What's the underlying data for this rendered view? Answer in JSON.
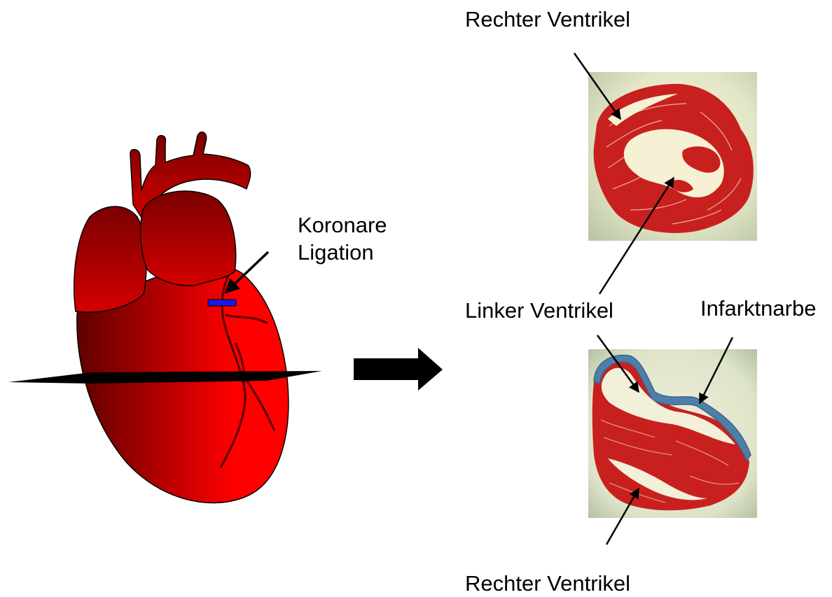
{
  "labels": {
    "rv_top": "Rechter Ventrikel",
    "ligation_line1": "Koronare",
    "ligation_line2": "Ligation",
    "lv": "Linker Ventrikel",
    "scar": "Infarktnarbe",
    "rv_bottom": "Rechter Ventrikel"
  },
  "colors": {
    "heart_dark": "#5e0000",
    "heart_bright": "#ff0000",
    "ligature": "#1a1ae6",
    "tissue_red": "#c8201e",
    "tissue_bg": "#e6e9cf",
    "scar_blue": "#4f7fa8"
  },
  "icons": [
    "heart-illustration",
    "ligature-marker",
    "section-plane",
    "right-arrow-icon",
    "histology-section-healthy",
    "histology-section-infarct"
  ]
}
